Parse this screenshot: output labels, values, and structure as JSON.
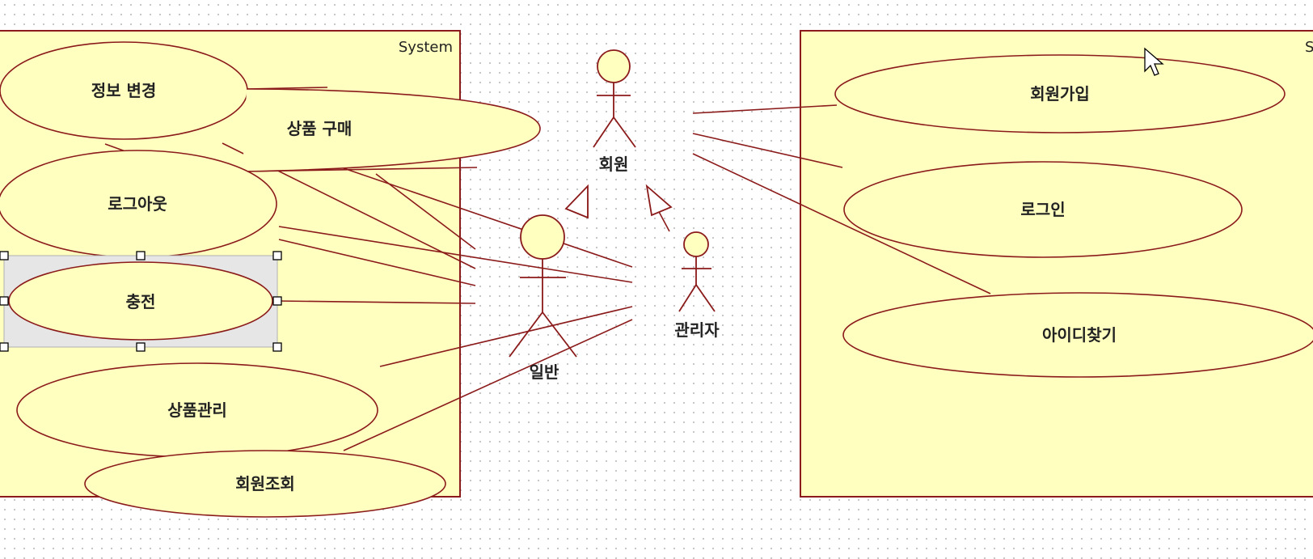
{
  "systems": [
    {
      "id": "left",
      "label": "System"
    },
    {
      "id": "right",
      "label": "S"
    }
  ],
  "use_cases": {
    "info_change": "정보 변경",
    "purchase": "상품 구매",
    "logout": "로그아웃",
    "charge": "충전",
    "product_mgmt": "상품관리",
    "member_view": "회원조회",
    "signup": "회원가입",
    "login": "로그인",
    "find_id": "아이디찾기"
  },
  "actors": {
    "member": "회원",
    "general": "일반",
    "admin": "관리자"
  },
  "colors": {
    "fill": "#ffffc0",
    "stroke": "#8b1a1a",
    "text": "#222222"
  }
}
